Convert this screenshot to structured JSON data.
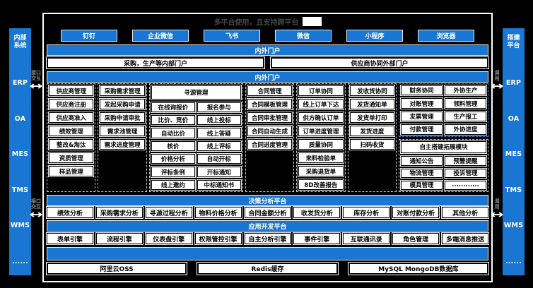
{
  "colors": {
    "accent_blue": "#1976D2",
    "panel_border": "#FFFFFF",
    "background": "#000000"
  },
  "title": {
    "text": "多平台使用，且支持跨平台",
    "redacted_suffix": true
  },
  "channels": [
    "钉钉",
    "企业微信",
    "飞书",
    "微信",
    "小程序",
    "浏览器"
  ],
  "portal_band": "内外门户",
  "portals": [
    "采购，生产等内部门户",
    "供应商协同外部门户"
  ],
  "apps_band": "内外门户",
  "grid": {
    "groups": [
      {
        "columns": [
          [
            "供应商管理",
            "供应商注册",
            "供应商准入",
            "绩效管理",
            "整改&淘汰",
            "资质管理",
            "样品管理",
            ""
          ]
        ]
      },
      {
        "columns": [
          [
            "采购需求管理",
            "发起采购申请",
            "采购申请审批",
            "需求池管理",
            "需求进度管理",
            "",
            "",
            ""
          ]
        ]
      },
      {
        "header": "寻源管理",
        "columns": [
          [
            "在线询报价",
            "比价、竞价",
            "自动比价",
            "核价",
            "价格分析",
            "评标条例",
            "线上邀约"
          ],
          [
            "报名参与",
            "线上投标",
            "线上答疑",
            "线上评标",
            "自动开标",
            "开标通知",
            "中标通知书"
          ]
        ]
      },
      {
        "columns": [
          [
            "合同管理",
            "合同模板管理",
            "合同审批管理",
            "合同自动生成",
            "合同进度管理",
            "",
            "",
            ""
          ]
        ]
      },
      {
        "columns": [
          [
            "订单协同",
            "线上订单下达",
            "供方确认订单",
            "订单进度管理",
            "质量协同",
            "来料检验单",
            "采购退货单",
            "8D改善报告"
          ]
        ]
      },
      {
        "columns": [
          [
            "发收货协同",
            "发货通知单",
            "发货单打印",
            "发货进度",
            "扫码收货",
            "",
            "",
            ""
          ]
        ]
      }
    ],
    "finance_outsource_group": {
      "columns": [
        [
          "财务协同",
          "对账管理",
          "发票管理",
          "付款管理"
        ],
        [
          "外协生产",
          "领料管理",
          "生产报工",
          "外协进度"
        ]
      ]
    },
    "extension_group": {
      "wide_cell": "自主搭建拓展模块",
      "columns": [
        [
          "通知公告",
          "物流管理",
          "模具管理"
        ],
        [
          "预警提醒",
          "投诉管理",
          "............"
        ]
      ]
    }
  },
  "decision_band": "决策分析平台",
  "decision_items": [
    "绩效分析",
    "采购需求分析",
    "寻源过程分析",
    "物料价格分析",
    "合同金额分析",
    "收发货分析",
    "库存分析",
    "对账付款分析",
    "其他分析"
  ],
  "dev_band": "应用开发平台",
  "dev_items": [
    "表单引擎",
    "流程引擎",
    "仪表盘引擎",
    "权限管控引擎",
    "自主分析引擎",
    "事件引擎",
    "互联通讯录",
    "角色管理",
    "多端消息推送"
  ],
  "infra_band": "",
  "infra_items": [
    "阿里云OSS",
    "Redis缓存",
    "MySQL MongoDB数据库"
  ],
  "left_panel": {
    "title": "内部系统",
    "title_lines": [
      "内部",
      "系统"
    ],
    "systems": [
      "ERP",
      "OA",
      "MES",
      "TMS",
      "WMS",
      "......"
    ],
    "link_label": "接口交互",
    "link_label_lines": [
      "接口",
      "交互"
    ],
    "arrow": "↔"
  },
  "right_panel": {
    "title": "搭建平台",
    "title_lines": [
      "搭建",
      "平台"
    ],
    "systems": [
      "ERP",
      "OA",
      "MES",
      "TMS",
      "WMS",
      "......"
    ],
    "link_label": "调用",
    "link_label_lines": [
      "调",
      "用"
    ],
    "arrow": "↔"
  }
}
